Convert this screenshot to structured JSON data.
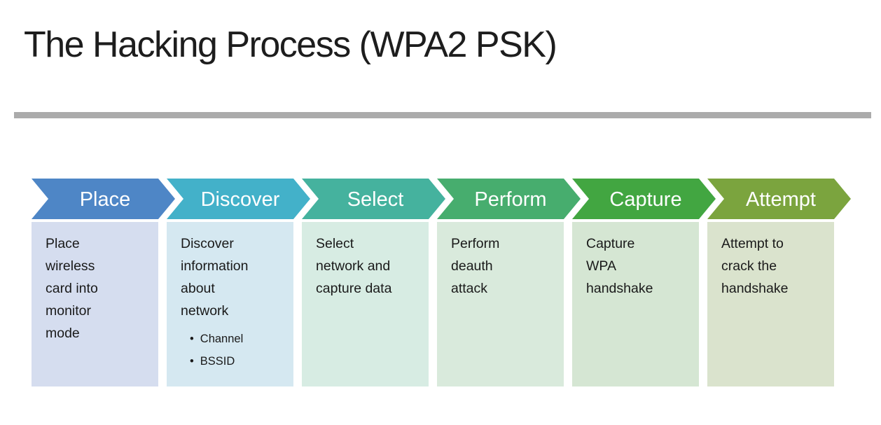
{
  "slide": {
    "title": "The Hacking Process (WPA2 PSK)"
  },
  "steps": [
    {
      "label": "Place",
      "description": "Place\nwireless\ncard into\nmonitor\nmode",
      "chevron_color": "#4e86c6",
      "body_color": "#d5ddef"
    },
    {
      "label": "Discover",
      "description": "Discover\ninformation\nabout\nnetwork",
      "bullets": [
        "Channel",
        "BSSID"
      ],
      "chevron_color": "#43b1c9",
      "body_color": "#d5e8f1"
    },
    {
      "label": "Select",
      "description": "Select\nnetwork and\ncapture data",
      "chevron_color": "#45b29e",
      "body_color": "#d7ece3"
    },
    {
      "label": "Perform",
      "description": "Perform\ndeauth\nattack",
      "chevron_color": "#47ad6e",
      "body_color": "#d9eadc"
    },
    {
      "label": "Capture",
      "description": "Capture\nWPA\nhandshake",
      "chevron_color": "#42a641",
      "body_color": "#d5e6d3"
    },
    {
      "label": "Attempt",
      "description": "Attempt to\ncrack the\nhandshake",
      "chevron_color": "#7ba43e",
      "body_color": "#dae3cd"
    }
  ]
}
